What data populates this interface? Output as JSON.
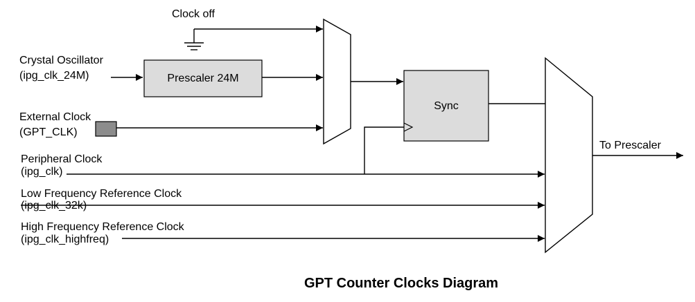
{
  "labels": {
    "clock_off": "Clock off",
    "crystal_line1": "Crystal Oscillator",
    "crystal_line2": "(ipg_clk_24M)",
    "prescaler_24m": "Prescaler 24M",
    "external_line1": "External Clock",
    "external_line2": "(GPT_CLK)",
    "sync": "Sync",
    "peripheral_line1": "Peripheral Clock",
    "peripheral_line2": "(ipg_clk)",
    "lowfreq_line1": "Low Frequency Reference Clock",
    "lowfreq_line2": "(ipg_clk_32k)",
    "highfreq_line1": "High Frequency Reference Clock",
    "highfreq_line2": "(ipg_clk_highfreq)",
    "to_prescaler": "To Prescaler"
  },
  "title": "GPT Counter Clocks Diagram",
  "colors": {
    "block_fill": "#dcdcdc",
    "pad_fill": "#8c8c8c",
    "line": "#000000"
  }
}
